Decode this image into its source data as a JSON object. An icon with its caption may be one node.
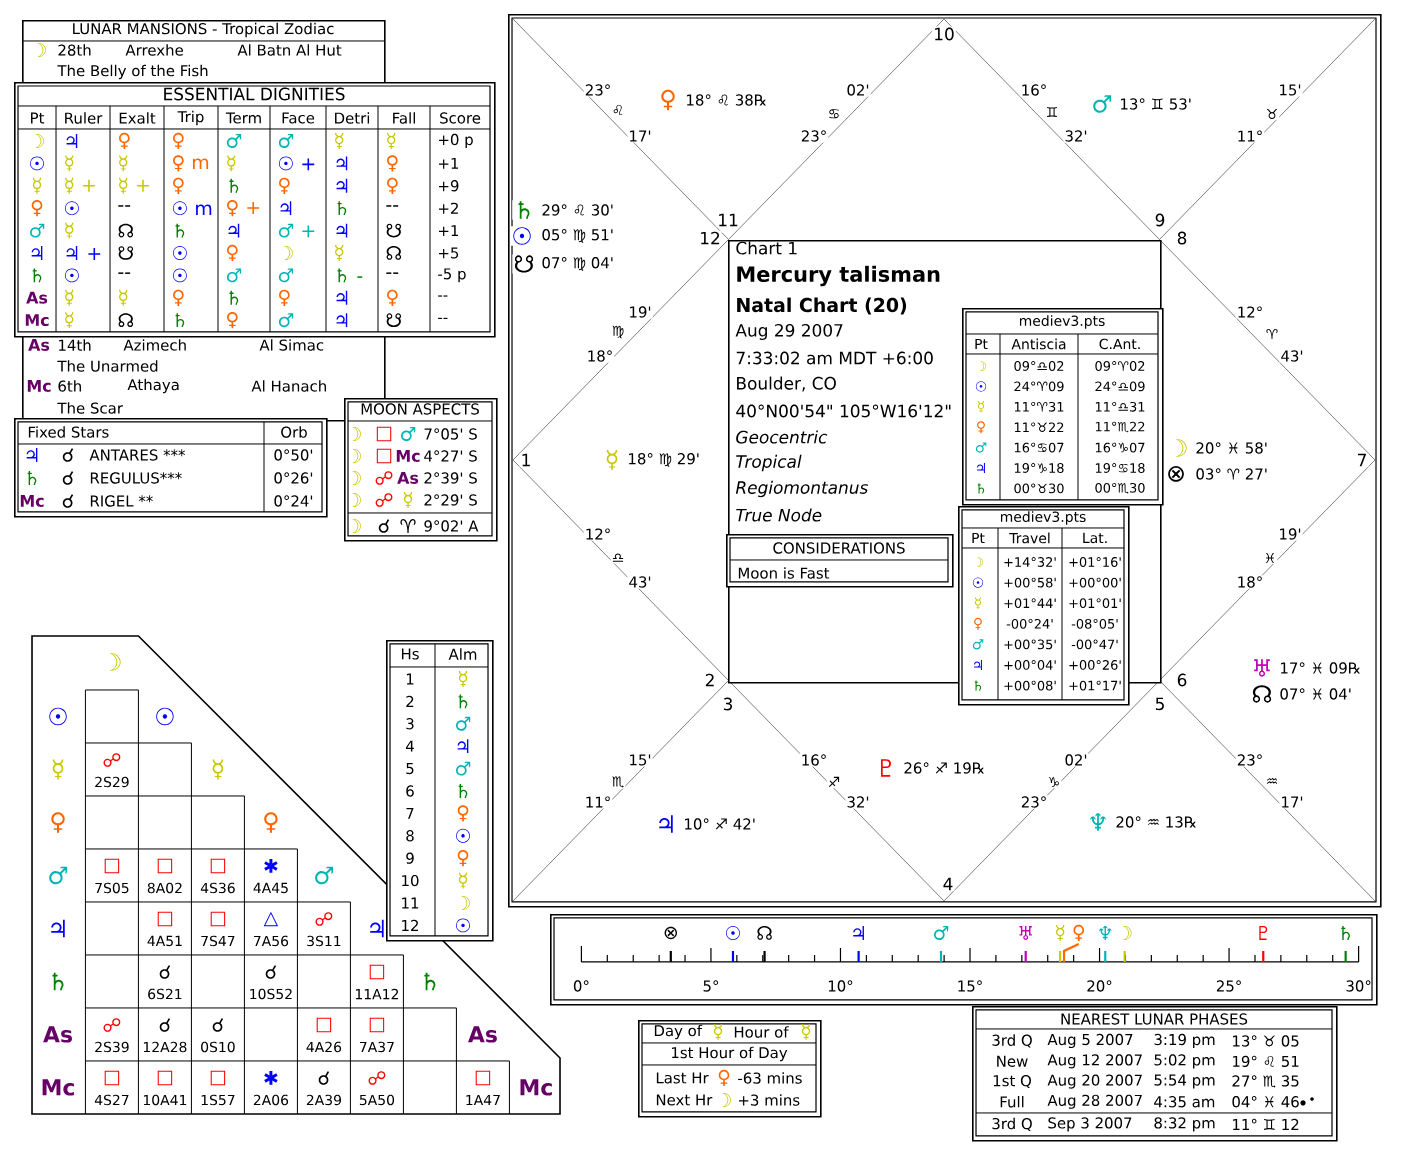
{
  "diagram": {
    "nodes": [
      {
        "text": [
          "LUNAR MANSIONS - Tropical Zodiac",
          "☽",
          "28th",
          "Arrexhe",
          "Al Batn Al Hut",
          "The Belly of the Fish",
          "As",
          "14th",
          "Azimech",
          "Al Simac",
          "The Unarmed",
          "Mc",
          "6th",
          "Athaya",
          "Al Hanach",
          "The Scar"
        ]
      },
      {
        "text": [
          "ESSENTIAL DIGNITIES",
          "Pt",
          "Ruler",
          "Exalt",
          "Trip",
          "Term",
          "Face",
          "Detri",
          "Fall",
          "Score",
          "☽",
          "♃",
          "♀",
          "♀",
          "♂",
          "♂",
          "☿",
          "☿",
          "+0 p",
          "☉",
          "☿",
          "☿",
          "♀ m",
          "☿",
          "☉ +",
          "♃",
          "♀",
          "+1",
          "☿",
          "☿ +",
          "☿ +",
          "♀",
          "♄",
          "♀",
          "♃",
          "♀",
          "+9",
          "♀",
          "☉",
          "--",
          "☉ m",
          "♀ +",
          "♃",
          "♄",
          "--",
          "+2",
          "♂",
          "☿",
          "☊",
          "♄",
          "♃",
          "♂ +",
          "♃",
          "☋",
          "+1",
          "♃",
          "♃ +",
          "☋",
          "☉",
          "♀",
          "☽",
          "☿",
          "☊",
          "+5",
          "♄",
          "☉",
          "--",
          "☉",
          "♂",
          "♂",
          "♄ -",
          "--",
          "-5 p",
          "As",
          "☿",
          "☿",
          "♀",
          "♄",
          "♀",
          "♃",
          "♀",
          "--",
          "Mc",
          "☿",
          "☊",
          "♄",
          "♀",
          "♂",
          "♃",
          "☋",
          "--"
        ]
      },
      {
        "text": [
          "MOON ASPECTS",
          "☽",
          "□",
          "♂",
          "7°05' S",
          "☽",
          "□",
          "Mc",
          "4°27' S",
          "☽",
          "☍",
          "As",
          "2°39' S",
          "☽",
          "☍",
          "☿",
          "2°29' S",
          "☽",
          "☌",
          "♈",
          "9°02' A"
        ]
      },
      {
        "text": [
          "Fixed Stars",
          "Orb",
          "♃",
          "☌",
          "ANTARES ***",
          "0°50'",
          "♄",
          "☌",
          "REGULUS***",
          "0°26'",
          "Mc",
          "☌",
          "RIGEL **",
          "0°24'"
        ]
      },
      {
        "text": [
          "☽",
          "☉",
          "☉",
          "☿",
          "☍",
          "2S29",
          "☿",
          "♀",
          "♀",
          "♂",
          "□",
          "7S05",
          "□",
          "8A02",
          "□",
          "4S36",
          "✱",
          "4A45",
          "♂",
          "♃",
          "□",
          "4A51",
          "□",
          "7S47",
          "△",
          "7A56",
          "☍",
          "3S11",
          "♃",
          "♄",
          "☌",
          "6S21",
          "☌",
          "10S52",
          "□",
          "11A12",
          "♄",
          "As",
          "☍",
          "2S39",
          "☌",
          "12A28",
          "☌",
          "0S10",
          "□",
          "4A26",
          "□",
          "7A37",
          "As",
          "Mc",
          "□",
          "4S27",
          "□",
          "10A41",
          "□",
          "1S57",
          "✱",
          "2A06",
          "☌",
          "2A39",
          "☍",
          "5A50",
          "□",
          "1A47",
          "Mc"
        ]
      },
      {
        "text": [
          "Hs",
          "Alm",
          "1",
          "☿",
          "2",
          "♄",
          "3",
          "♂",
          "4",
          "♃",
          "5",
          "♂",
          "6",
          "♄",
          "7",
          "♀",
          "8",
          "☉",
          "9",
          "♀",
          "10",
          "☿",
          "11",
          "☽",
          "12",
          "☉"
        ]
      },
      {
        "text": [
          "10",
          "23°",
          "♌",
          "17'",
          "♀",
          "18° ♌ 38℞",
          "02'",
          "♋",
          "23°",
          "16°",
          "♊",
          "32'",
          "♂",
          "13° ♊ 53'",
          "15'",
          "♉",
          "11°",
          "♄",
          "29° ♌ 30'",
          "11",
          "9",
          "☉",
          "05° ♍ 51'",
          "12",
          "8",
          "☋",
          "07° ♍ 04'",
          "19'",
          "12°",
          "♍",
          "♈",
          "18°",
          "43'",
          "☽",
          "20° ♓ 58'",
          "1",
          "☿",
          "18° ♍ 29'",
          "7",
          "⊗",
          "03° ♈ 27'",
          "12°",
          "19'",
          "♎",
          "♓",
          "43'",
          "18°",
          "♅",
          "17° ♓ 09℞",
          "2",
          "6",
          "☊",
          "07° ♓ 04'",
          "3",
          "5",
          "15'",
          "16°",
          "02'",
          "23°",
          "♇",
          "26° ♐ 19℞",
          "♏",
          "♐",
          "♑",
          "♒",
          "11°",
          "32'",
          "23°",
          "17'",
          "♃",
          "10° ♐ 42'",
          "♆",
          "20° ♒ 13℞",
          "4"
        ]
      },
      {
        "text": [
          "Chart 1",
          "Mercury talisman",
          "Natal Chart (20)",
          "Aug 29 2007",
          "7:33:02 am MDT +6:00",
          "Boulder, CO",
          "40°N00'54\" 105°W16'12\"",
          "Geocentric",
          "Tropical",
          "Regiomontanus",
          "True Node"
        ],
        "in": 6
      },
      {
        "text": [
          "mediev3.pts",
          "Pt",
          "Antiscia",
          "C.Ant.",
          "☽",
          "09°♎02",
          "09°♈02",
          "☉",
          "24°♈09",
          "24°♎09",
          "☿",
          "11°♈31",
          "11°♎31",
          "♀",
          "11°♉22",
          "11°♏22",
          "♂",
          "16°♋07",
          "16°♑07",
          "♃",
          "19°♑18",
          "19°♋18",
          "♄",
          "00°♉30",
          "00°♏30"
        ],
        "in": 7
      },
      {
        "text": [
          "CONSIDERATIONS",
          "Moon is Fast"
        ],
        "in": 7
      },
      {
        "text": [
          "mediev3.pts",
          "Pt",
          "Travel",
          "Lat.",
          "☽",
          "+14°32'",
          "+01°16'",
          "☉",
          "+00°58'",
          "+00°00'",
          "☿",
          "+01°44'",
          "+01°01'",
          "♀",
          "-00°24'",
          "-08°05'",
          "♂",
          "+00°35'",
          "-00°47'",
          "♃",
          "+00°04'",
          "+00°26'",
          "♄",
          "+00°08'",
          "+01°17'"
        ],
        "in": 6
      },
      {
        "text": [
          "0°",
          "5°",
          "10°",
          "15°",
          "20°",
          "25°",
          "30°",
          "⊗",
          "☉",
          "☊",
          "♃",
          "♂",
          "♅",
          "☿",
          "♀",
          "♆",
          "☽",
          "♇",
          "♄"
        ]
      },
      {
        "text": [
          "Day of",
          "☿",
          "Hour of",
          "☿",
          "1st Hour of Day",
          "Last Hr",
          "♀",
          "-63 mins",
          "Next Hr",
          "☽",
          "+3 mins"
        ]
      },
      {
        "text": [
          "NEAREST LUNAR PHASES",
          "3rd Q",
          "Aug 5 2007",
          "3:19 pm",
          "13° ♉ 05",
          "New",
          "Aug 12 2007",
          "5:02 pm",
          "19° ♌ 51",
          "1st Q",
          "Aug 20 2007",
          "5:54 pm",
          "27° ♏ 35",
          "Full",
          "Aug 28 2007",
          "4:35 am",
          "04° ♓ 46",
          "3rd Q",
          "Sep 3 2007",
          "8:32 pm",
          "11° ♊ 12"
        ]
      }
    ]
  }
}
